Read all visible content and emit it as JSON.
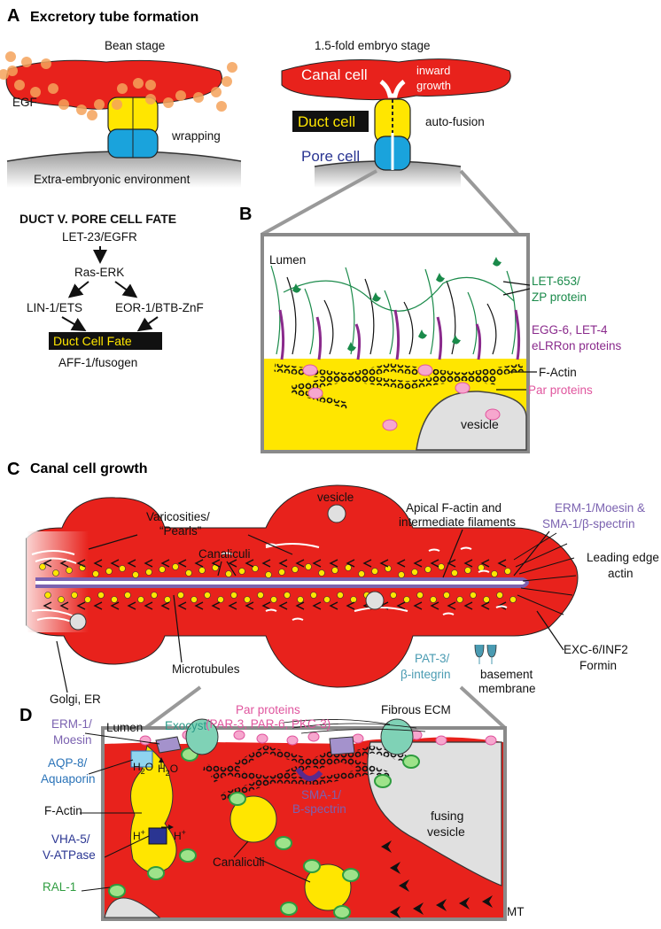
{
  "colors": {
    "canal_red": "#e8221c",
    "duct_yellow": "#ffe600",
    "pore_blue": "#1aa3dc",
    "egf_orange": "#f5a25a",
    "zp_green": "#1a8a4a",
    "eLRRon_purple": "#8a2a8c",
    "par_pink": "#e0559e",
    "erm_purple": "#7b62b0",
    "aqp_blue": "#2a73b8",
    "vha_navy": "#2a3592",
    "ral_green": "#2e9c3f",
    "pat_teal": "#4a9bb2",
    "exocyst_teal": "#2a9a88"
  },
  "panel_a": {
    "letter": "A",
    "title": "Excretory tube formation",
    "bean_stage": "Bean stage",
    "fold_stage": "1.5-fold embryo stage",
    "egf": "EGF",
    "wrapping": "wrapping",
    "extra_embryonic": "Extra-embryonic environment",
    "canal_cell": "Canal cell",
    "inward": "inward",
    "growth": "growth",
    "duct_cell": "Duct cell",
    "auto_fusion": "auto-fusion",
    "pore_cell": "Pore cell",
    "pathway_title": "DUCT V. PORE CELL FATE",
    "let23": "LET-23/EGFR",
    "ras": "Ras-ERK",
    "lin1": "LIN-1/ETS",
    "eor1": "EOR-1/BTB-ZnF",
    "duct_fate": "Duct Cell Fate",
    "aff1": "AFF-1/fusogen"
  },
  "panel_b": {
    "letter": "B",
    "lumen": "Lumen",
    "let653_1": "LET-653/",
    "let653_2": "ZP protein",
    "egg6_1": "EGG-6, LET-4",
    "egg6_2": "eLRRon proteins",
    "factin": "F-Actin",
    "par": "Par proteins",
    "vesicle": "vesicle"
  },
  "panel_c": {
    "letter": "C",
    "title": "Canal cell growth",
    "varicosities_1": "Varicosities/",
    "varicosities_2": "“Pearls”",
    "vesicle": "vesicle",
    "apical_1": "Apical F-actin and",
    "apical_2": "intermediate filaments",
    "erm_1": "ERM-1/Moesin &",
    "erm_2": "SMA-1/β-spectrin",
    "canaliculi": "Canaliculi",
    "leading_1": "Leading edge",
    "leading_2": "actin",
    "microtubules": "Microtubules",
    "pat_1": "PAT-3/",
    "pat_2": "β-integrin",
    "exc6_1": "EXC-6/INF2",
    "exc6_2": "Formin",
    "basement_1": "basement",
    "basement_2": "membrane",
    "golgi": "Golgi, ER"
  },
  "panel_d": {
    "letter": "D",
    "par_1": "Par proteins",
    "par_2": "(PAR-3, PAR-6, PKC-3)",
    "fibrous": "Fibrous ECM",
    "exocyst": "Exocyst",
    "erm_1": "ERM-1/",
    "erm_2": "Moesin",
    "lumen": "Lumen",
    "aqp_1": "AQP-8/",
    "aqp_2": "Aquaporin",
    "factin": "F-Actin",
    "sma_1": "SMA-1/",
    "sma_2": "B-spectrin",
    "fusing_1": "fusing",
    "fusing_2": "vesicle",
    "vha_1": "VHA-5/",
    "vha_2": "V-ATPase",
    "canaliculi": "Canaliculi",
    "ral": "RAL-1",
    "mt": "MT",
    "h2o_1": "H",
    "h2o_1b": "2",
    "h2o_1c": "O",
    "h2o_2": "H",
    "h2o_2b": "2",
    "h2o_2c": "O",
    "hplus_1": "H",
    "hplus_1b": "+",
    "hplus_2": "H",
    "hplus_2b": "+"
  }
}
